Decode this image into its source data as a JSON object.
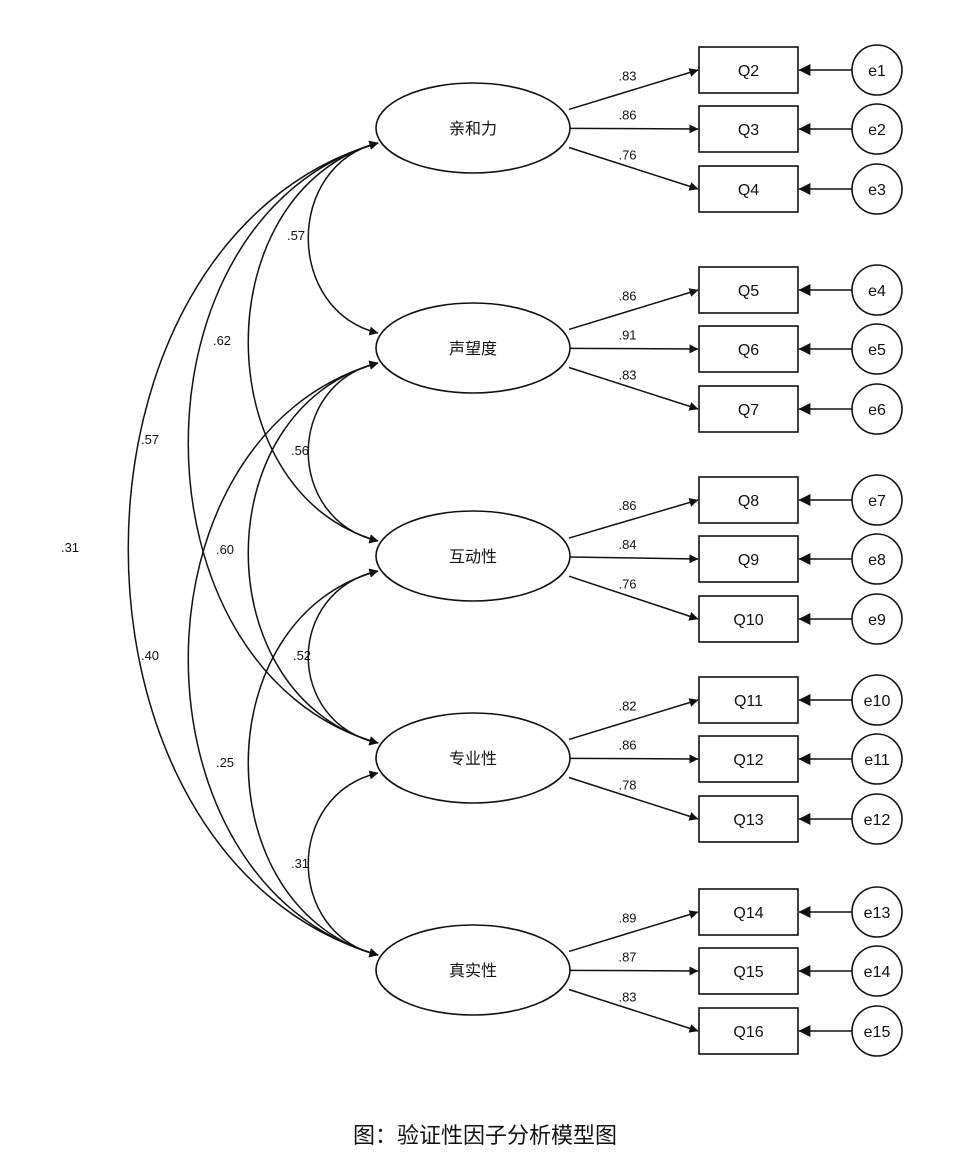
{
  "caption": "图：验证性因子分析模型图",
  "factors": [
    {
      "id": "f1",
      "label": "亲和力"
    },
    {
      "id": "f2",
      "label": "声望度"
    },
    {
      "id": "f3",
      "label": "互动性"
    },
    {
      "id": "f4",
      "label": "专业性"
    },
    {
      "id": "f5",
      "label": "真实性"
    }
  ],
  "indicators": [
    {
      "factor": "f1",
      "label": "Q2",
      "error": "e1",
      "loading": ".83"
    },
    {
      "factor": "f1",
      "label": "Q3",
      "error": "e2",
      "loading": ".86"
    },
    {
      "factor": "f1",
      "label": "Q4",
      "error": "e3",
      "loading": ".76"
    },
    {
      "factor": "f2",
      "label": "Q5",
      "error": "e4",
      "loading": ".86"
    },
    {
      "factor": "f2",
      "label": "Q6",
      "error": "e5",
      "loading": ".91"
    },
    {
      "factor": "f2",
      "label": "Q7",
      "error": "e6",
      "loading": ".83"
    },
    {
      "factor": "f3",
      "label": "Q8",
      "error": "e7",
      "loading": ".86"
    },
    {
      "factor": "f3",
      "label": "Q9",
      "error": "e8",
      "loading": ".84"
    },
    {
      "factor": "f3",
      "label": "Q10",
      "error": "e9",
      "loading": ".76"
    },
    {
      "factor": "f4",
      "label": "Q11",
      "error": "e10",
      "loading": ".82"
    },
    {
      "factor": "f4",
      "label": "Q12",
      "error": "e11",
      "loading": ".86"
    },
    {
      "factor": "f4",
      "label": "Q13",
      "error": "e12",
      "loading": ".78"
    },
    {
      "factor": "f5",
      "label": "Q14",
      "error": "e13",
      "loading": ".89"
    },
    {
      "factor": "f5",
      "label": "Q15",
      "error": "e14",
      "loading": ".87"
    },
    {
      "factor": "f5",
      "label": "Q16",
      "error": "e15",
      "loading": ".83"
    }
  ],
  "correlations": [
    {
      "from": "f1",
      "to": "f2",
      "value": ".57"
    },
    {
      "from": "f1",
      "to": "f3",
      "value": ".62"
    },
    {
      "from": "f1",
      "to": "f4",
      "value": ".57"
    },
    {
      "from": "f1",
      "to": "f5",
      "value": ".31"
    },
    {
      "from": "f2",
      "to": "f3",
      "value": ".56"
    },
    {
      "from": "f2",
      "to": "f4",
      "value": ".60"
    },
    {
      "from": "f2",
      "to": "f5",
      "value": ".40"
    },
    {
      "from": "f3",
      "to": "f4",
      "value": ".52"
    },
    {
      "from": "f3",
      "to": "f5",
      "value": ".25"
    },
    {
      "from": "f4",
      "to": "f5",
      "value": ".31"
    }
  ]
}
